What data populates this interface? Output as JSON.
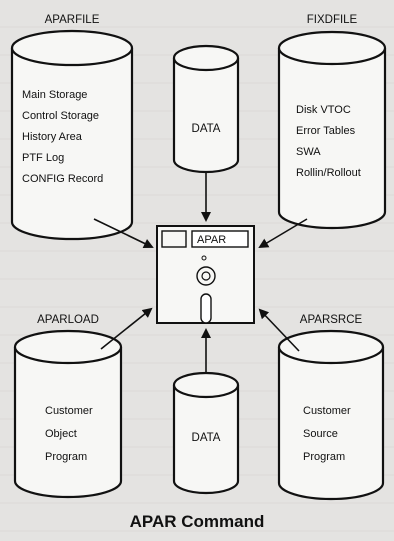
{
  "diagram": {
    "caption": "APAR Command",
    "center_disk": {
      "label": "APAR"
    },
    "aparfile": {
      "title": "APARFILE",
      "items": [
        "Main Storage",
        "Control Storage",
        "History Area",
        "PTF Log",
        "CONFIG Record"
      ]
    },
    "fixdfile": {
      "title": "FIXDFILE",
      "items": [
        "Disk VTOC",
        "Error Tables",
        "SWA",
        "Rollin/Rollout"
      ]
    },
    "data_top": {
      "label": "DATA"
    },
    "data_bottom": {
      "label": "DATA"
    },
    "aparload": {
      "title": "APARLOAD",
      "items": [
        "Customer",
        "Object",
        "Program"
      ]
    },
    "aparsrce": {
      "title": "APARSRCE",
      "items": [
        "Customer",
        "Source",
        "Program"
      ]
    }
  }
}
